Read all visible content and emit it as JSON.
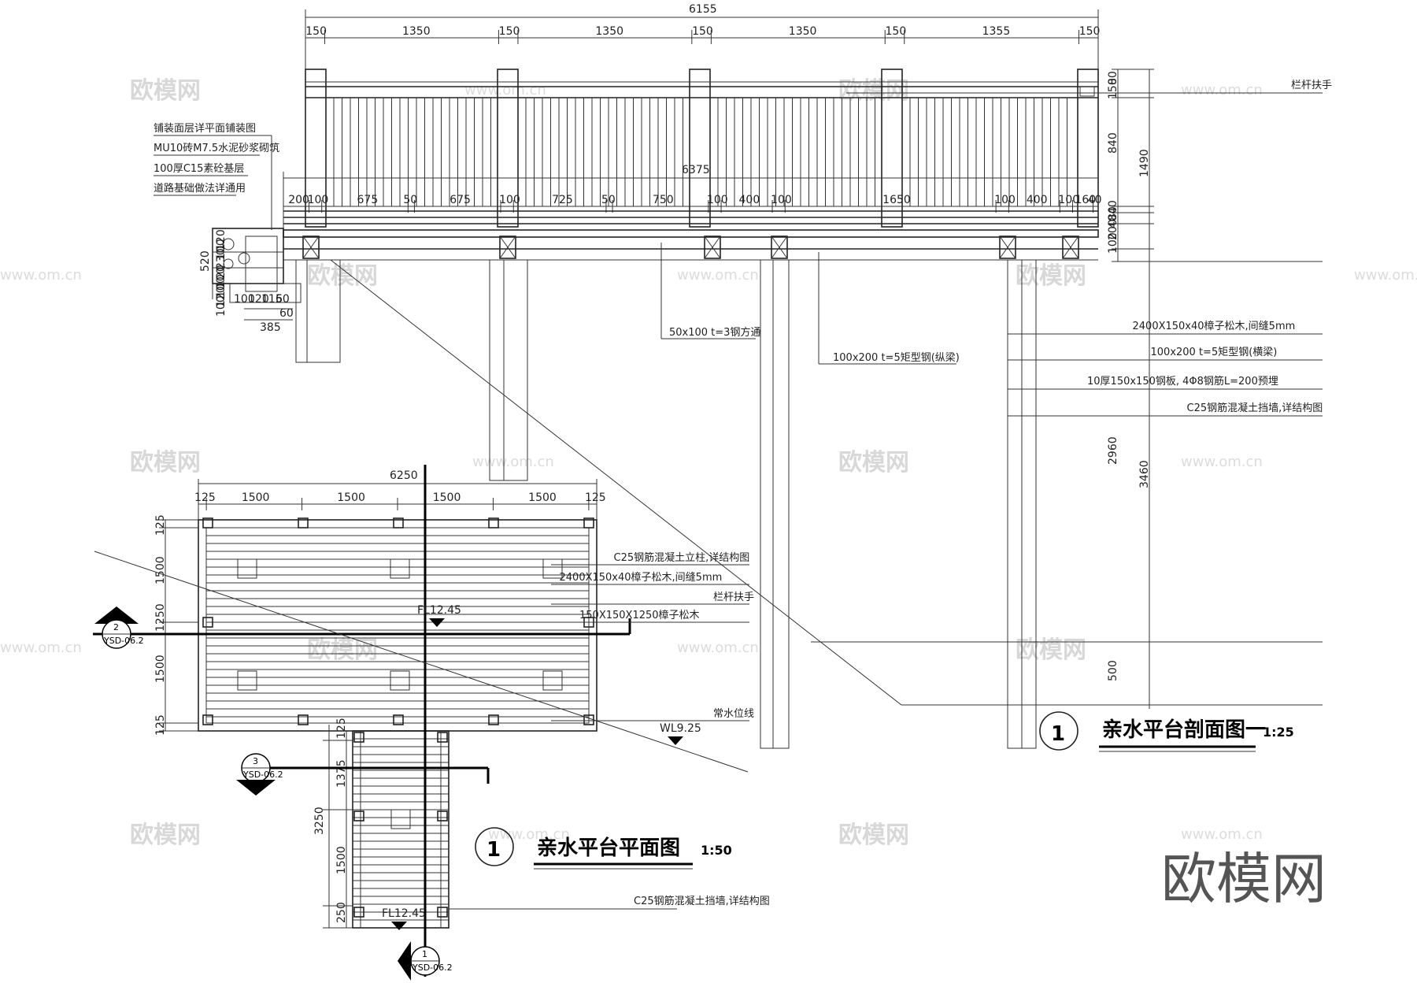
{
  "section": {
    "overall_top": "6155",
    "top_dims": [
      "150",
      "1350",
      "150",
      "1350",
      "150",
      "1350",
      "150",
      "1355",
      "150"
    ],
    "overall_deck": "6375",
    "deck_dims": [
      "200",
      "100",
      "675",
      "50",
      "675",
      "100",
      "725",
      "50",
      "750",
      "100",
      "400",
      "100",
      "1650",
      "100",
      "400",
      "100",
      "160",
      "40"
    ],
    "right_dims_small": [
      "80",
      "150",
      "840",
      "40",
      "80",
      "40",
      "200",
      "100"
    ],
    "right_dims_large": [
      "1490",
      "2960",
      "3460",
      "500"
    ],
    "left_dims": [
      "520",
      "120",
      "100",
      "230",
      "20",
      "100",
      "100",
      "120",
      "100"
    ],
    "foot_dims": [
      "100",
      "120",
      "115",
      "60",
      "60",
      "385"
    ],
    "left_notes": [
      "铺装面层详平面铺装图",
      "MU10砖M7.5水泥砂浆砌筑",
      "100厚C15素砼基层",
      "道路基础做法详通用"
    ],
    "right_top_note": "栏杆扶手",
    "right_notes": [
      "2400X150x40樟子松木,间缝5mm",
      "100x200  t=5矩型钢(横梁)",
      "10厚150x150钢板, 4Φ8钢筋L=200预埋",
      "C25钢筋混凝土挡墙,详结构图"
    ],
    "mid_notes": [
      "50x100  t=3钢方通",
      "100x200  t=5矩型钢(纵梁)"
    ],
    "title_num": "1",
    "title": "亲水平台剖面图一",
    "scale": "1:25"
  },
  "plan": {
    "overall_top": "6250",
    "top_dims": [
      "125",
      "1500",
      "1500",
      "1500",
      "1500",
      "125"
    ],
    "left_dims": [
      "125",
      "1500",
      "1250",
      "1500",
      "125"
    ],
    "walk_dims": [
      "125",
      "1375",
      "3250",
      "1500",
      "250"
    ],
    "notes": [
      "C25钢筋混凝土立柱,详结构图",
      "2400X150x40樟子松木,间缝5mm",
      "栏杆扶手",
      "150X150X1250樟子松木",
      "常水位线"
    ],
    "bottom_note": "C25钢筋混凝土挡墙,详结构图",
    "levels": [
      "FL12.45",
      "WL9.25",
      "FL12.45"
    ],
    "sections": [
      {
        "num": "2",
        "ref": "YSD-06.2"
      },
      {
        "num": "3",
        "ref": "YSD-06.2"
      },
      {
        "num": "1",
        "ref": "YSD-06.2"
      }
    ],
    "title_num": "1",
    "title": "亲水平台平面图",
    "scale": "1:50"
  },
  "watermark": {
    "text": "欧模网",
    "url": "www.om.cn",
    "brand": "欧模网"
  }
}
